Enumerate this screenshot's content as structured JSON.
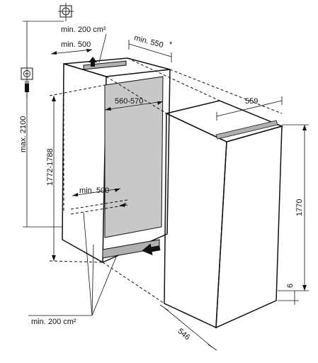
{
  "labels": {
    "vent_top": "min. 200 cm²",
    "depth_top": "min. 500",
    "depth_min": "min. 550",
    "asterisk": "*",
    "niche_width": "560-570",
    "niche_height": "1772-1788",
    "max_height": "max. 2100",
    "bottom_depth": "min. 500",
    "vent_bottom": "min. 200 cm²",
    "appliance_width": "559",
    "appliance_height": "1770",
    "plinth": "6",
    "appliance_depth": "546"
  },
  "icons": {
    "wall_socket": "socket-icon",
    "plug": "plug-icon",
    "earth": "earth-symbol-icon"
  },
  "colors": {
    "niche_interior": "#c8c8c8",
    "vent_grille": "#b0b0b0",
    "line": "#111111"
  }
}
